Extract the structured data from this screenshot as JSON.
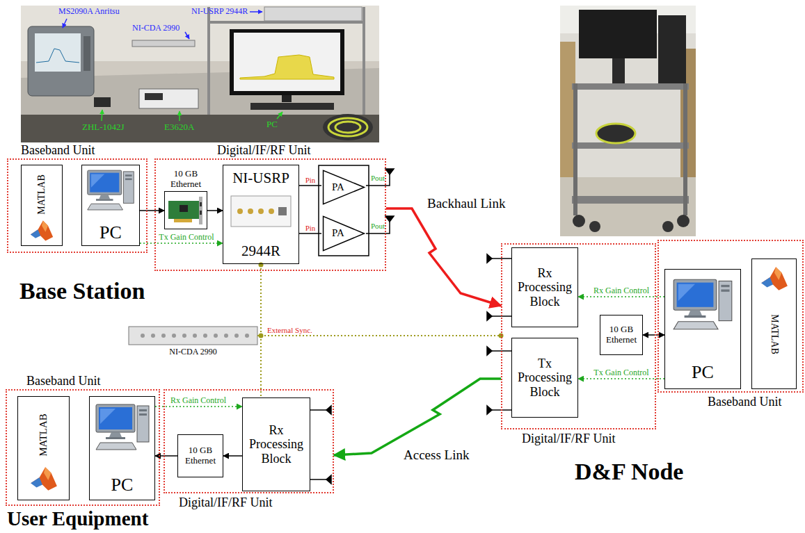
{
  "diagram": {
    "nodes": [
      {
        "text": [
          "Baseband Unit"
        ]
      },
      {
        "text": [
          "MATLAB"
        ],
        "in": 0
      },
      {
        "text": [
          "PC"
        ],
        "in": 0
      },
      {
        "text": [
          "Digital/IF/RF Unit"
        ]
      },
      {
        "text": [
          "10 GB Ethernet"
        ],
        "in": 3
      },
      {
        "text": [
          "NI-USRP",
          "2944R"
        ],
        "in": 3
      },
      {
        "text": [
          "PA"
        ],
        "in": 3
      },
      {
        "text": [
          "PA"
        ],
        "in": 3
      },
      {
        "text": [
          "Digital/IF/RF Unit"
        ]
      },
      {
        "text": [
          "Rx Processing Block"
        ],
        "in": 8
      },
      {
        "text": [
          "Tx Processing Block"
        ],
        "in": 8
      },
      {
        "text": [
          "10 GB Ethernet"
        ],
        "in": 8
      },
      {
        "text": [
          "Baseband Unit"
        ]
      },
      {
        "text": [
          "PC"
        ],
        "in": 12
      },
      {
        "text": [
          "MATLAB"
        ],
        "in": 12
      },
      {
        "text": [
          "Baseband Unit"
        ]
      },
      {
        "text": [
          "MATLAB"
        ],
        "in": 15
      },
      {
        "text": [
          "PC"
        ],
        "in": 15
      },
      {
        "text": [
          "Digital/IF/RF Unit"
        ]
      },
      {
        "text": [
          "10 GB Ethernet"
        ],
        "in": 18
      },
      {
        "text": [
          "Rx Processing Block"
        ],
        "in": 18
      },
      {
        "text": [
          "NI-CDA 2990"
        ]
      }
    ],
    "edges": [
      {
        "from": 2,
        "to": 4,
        "arrow": "to"
      },
      {
        "from": 4,
        "to": 5,
        "arrow": "to"
      },
      {
        "from": 2,
        "to": 5,
        "arrow": "to",
        "label": "Tx Gain Control"
      },
      {
        "from": 5,
        "to": 6,
        "arrow": "none",
        "label": "Pin"
      },
      {
        "from": 5,
        "to": 7,
        "arrow": "none",
        "label": "Pin"
      },
      {
        "from": 3,
        "to": 8,
        "arrow": "to",
        "label": "Backhaul Link"
      },
      {
        "from": 21,
        "to": 8,
        "arrow": "none",
        "label": "External Sync."
      },
      {
        "from": 21,
        "to": 5,
        "arrow": "none"
      },
      {
        "from": 21,
        "to": 20,
        "arrow": "none"
      },
      {
        "from": 11,
        "to": 13,
        "arrow": "both"
      },
      {
        "from": 13,
        "to": 9,
        "arrow": "to",
        "label": "Rx Gain Control"
      },
      {
        "from": 13,
        "to": 10,
        "arrow": "to",
        "label": "Tx Gain Control"
      },
      {
        "from": 8,
        "to": 18,
        "arrow": "to",
        "label": "Access Link"
      },
      {
        "from": 20,
        "to": 19,
        "arrow": "to"
      },
      {
        "from": 19,
        "to": 17,
        "arrow": "to"
      },
      {
        "from": 17,
        "to": 20,
        "arrow": "to",
        "label": "Rx Gain Control"
      }
    ],
    "labels": [
      "MS2090A Anritsu",
      "NI-USRP 2944R",
      "NI-CDA 2990",
      "ZHL-1042J",
      "E3620A",
      "PC",
      "Pout",
      "Pout",
      "Base Station",
      "D&F Node",
      "User Equipment"
    ]
  }
}
